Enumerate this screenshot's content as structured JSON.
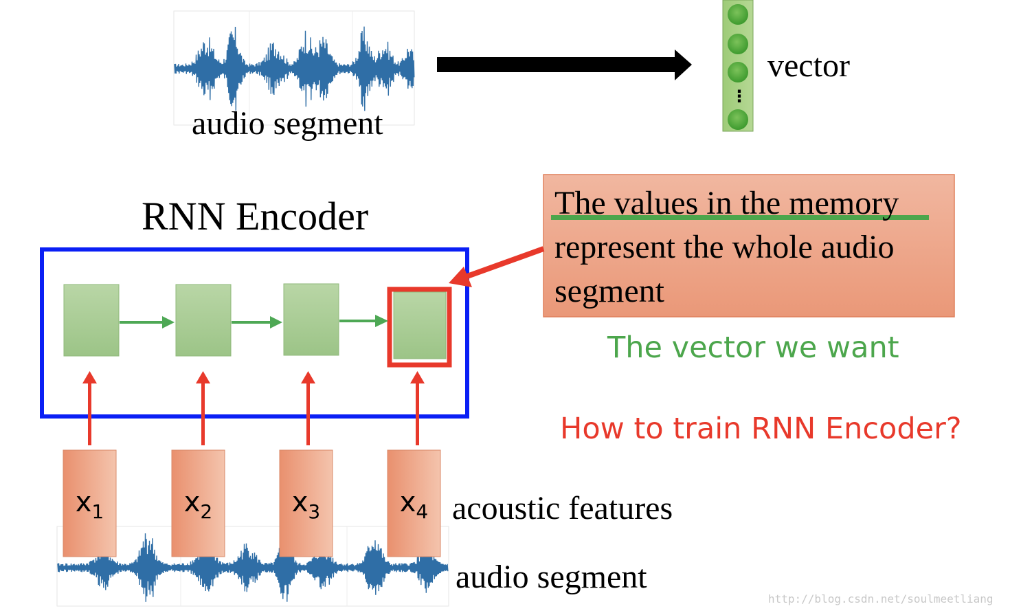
{
  "top": {
    "audio_label": "audio segment",
    "vector_label": "vector",
    "vector_dots": "⋮"
  },
  "encoder": {
    "title": "RNN Encoder"
  },
  "callout": {
    "line1": "The values in the memory",
    "line2": "represent the whole audio",
    "line3": "segment"
  },
  "annotations": {
    "vector_we_want": "The vector we want",
    "how_to_train": "How to train RNN Encoder?"
  },
  "features": {
    "label": "acoustic features",
    "inputs": [
      {
        "base": "x",
        "sub": "1"
      },
      {
        "base": "x",
        "sub": "2"
      },
      {
        "base": "x",
        "sub": "3"
      },
      {
        "base": "x",
        "sub": "4"
      }
    ]
  },
  "bottom": {
    "audio_label": "audio segment"
  },
  "watermark": "http://blog.csdn.net/soulmeetliang",
  "colors": {
    "blue_frame": "#0a1ff5",
    "red": "#e8392b",
    "green_text": "#4ca64c",
    "green_arrow": "#4ea855",
    "waveform": "#2f6ea6",
    "cell_green": "#a9cc92",
    "orange_box": "#eb9e7e"
  }
}
